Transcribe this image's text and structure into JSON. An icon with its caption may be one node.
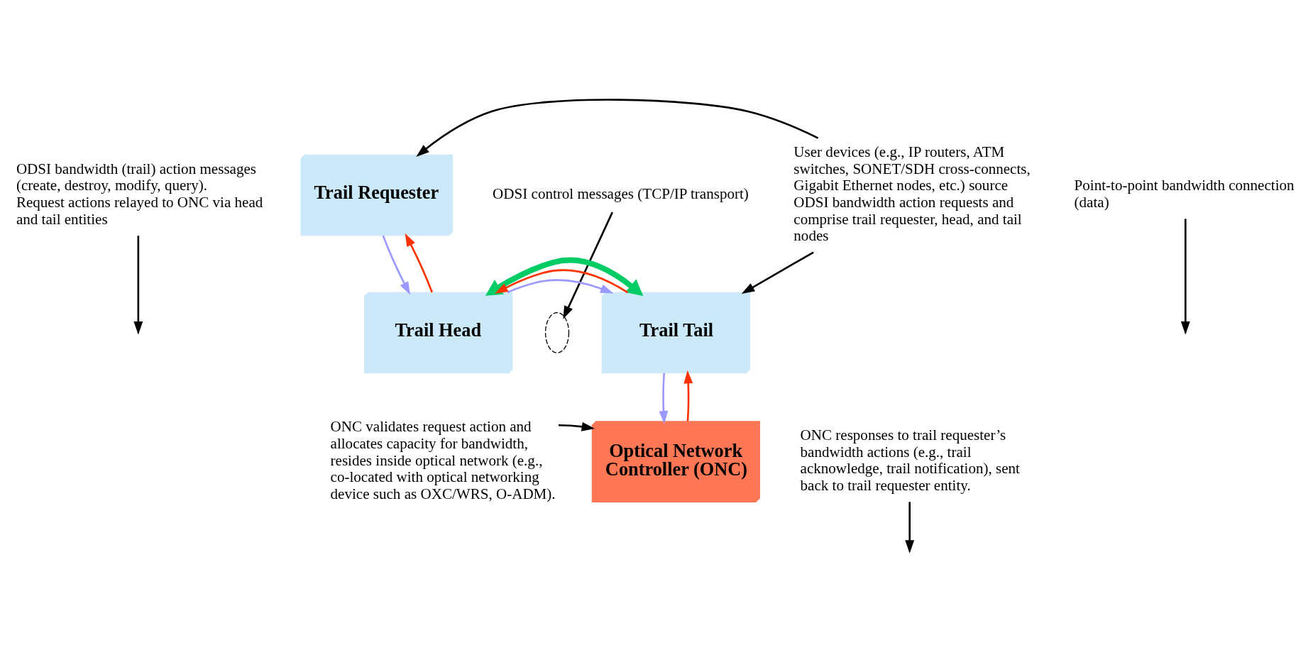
{
  "diagram": {
    "nodes": [
      {
        "text": [
          "ODSI bandwidth (trail) action messages (create, destroy, modify, query).  Request actions relayed to ONC via head and tail entities"
        ]
      },
      {
        "text": [
          "Trail Requester"
        ]
      },
      {
        "text": [
          "User devices (e.g., IP routers, ATM switches, SONET/SDH cross-connects, Gigabit Ethernet nodes, etc.) source ODSI bandwidth action requests and comprise trail requester, head, and tail nodes"
        ]
      },
      {
        "text": [
          "ODSI control messages (TCP/IP transport)"
        ]
      },
      {
        "text": [
          "Trail Head"
        ]
      },
      {
        "text": [],
        "shape": "ellipse"
      },
      {
        "text": [
          "Trail Tail"
        ]
      },
      {
        "text": [
          "Point-to-point bandwidth connection (data)"
        ]
      },
      {
        "text": [
          "ONC validates request action and allocates capacity for bandwidth, resides inside optical network (e.g., co-located with optical networking device such as OXC/WRS, O-ADM)."
        ]
      },
      {
        "text": [
          "Optical Network Controller (ONC)"
        ]
      },
      {
        "text": [
          "ONC responses to trail requester’s bandwidth actions (e.g., trail acknowledge, trail notification), sent back to trail requester entity."
        ]
      }
    ],
    "edges": [
      {
        "from": 1,
        "to": 4,
        "arrow": "to",
        "color": "#9999ff"
      },
      {
        "from": 4,
        "to": 1,
        "arrow": "to",
        "color": "#ff3300"
      },
      {
        "from": 4,
        "to": 6,
        "arrow": "to",
        "color": "#9999ff"
      },
      {
        "from": 6,
        "to": 4,
        "arrow": "to",
        "color": "#ff3300"
      },
      {
        "from": 4,
        "to": 6,
        "arrow": "both",
        "style": "thick",
        "color": "#00cc66"
      },
      {
        "from": 9,
        "to": 6,
        "arrow": "to",
        "color": "#ff3300"
      },
      {
        "from": 6,
        "to": 9,
        "arrow": "to",
        "color": "#9999ff"
      },
      {
        "from": 0,
        "to": null,
        "arrow": "to",
        "color": "#000000"
      },
      {
        "from": 2,
        "to": 1,
        "arrow": "to",
        "color": "#000000"
      },
      {
        "from": 2,
        "to": 6,
        "arrow": "to",
        "color": "#000000"
      },
      {
        "from": 3,
        "to": 5,
        "arrow": "to",
        "color": "#000000"
      },
      {
        "from": 7,
        "to": null,
        "arrow": "to",
        "color": "#000000"
      },
      {
        "from": 8,
        "to": 9,
        "arrow": "to",
        "color": "#000000"
      },
      {
        "from": 10,
        "to": null,
        "arrow": "to",
        "color": "#000000"
      }
    ]
  }
}
